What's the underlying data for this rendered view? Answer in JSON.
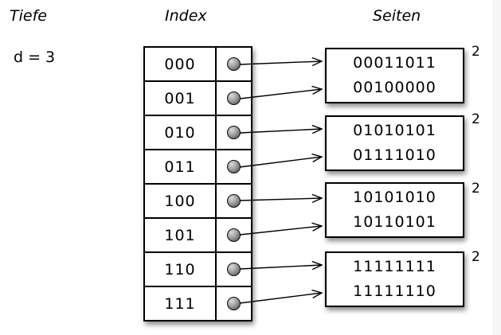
{
  "labels": {
    "depth_title": "Tiefe",
    "depth_value": "d = 3",
    "index_title": "Index",
    "pages_title": "Seiten"
  },
  "index": {
    "rows": [
      {
        "bits": "000"
      },
      {
        "bits": "001"
      },
      {
        "bits": "010"
      },
      {
        "bits": "011"
      },
      {
        "bits": "100"
      },
      {
        "bits": "101"
      },
      {
        "bits": "110"
      },
      {
        "bits": "111"
      }
    ]
  },
  "pages": [
    {
      "values": [
        "00011011",
        "00100000"
      ],
      "local_depth": "2"
    },
    {
      "values": [
        "01010101",
        "01111010"
      ],
      "local_depth": "2"
    },
    {
      "values": [
        "10101010",
        "10110101"
      ],
      "local_depth": "2"
    },
    {
      "values": [
        "11111111",
        "11111110"
      ],
      "local_depth": "2"
    }
  ],
  "links": [
    {
      "from": "000",
      "to_page": 1
    },
    {
      "from": "001",
      "to_page": 1
    },
    {
      "from": "010",
      "to_page": 2
    },
    {
      "from": "011",
      "to_page": 2
    },
    {
      "from": "100",
      "to_page": 3
    },
    {
      "from": "101",
      "to_page": 3
    },
    {
      "from": "110",
      "to_page": 4
    },
    {
      "from": "111",
      "to_page": 4
    }
  ],
  "icons": {
    "pointer_dot": "filled-gray-ball",
    "arrow": "open-chevron-arrow"
  },
  "colors": {
    "stroke": "#000000",
    "background": "#ffffff",
    "pointer_highlight": "#dadada",
    "pointer_shade": "#4d4d4d",
    "gutter": "#f7f7f7"
  }
}
